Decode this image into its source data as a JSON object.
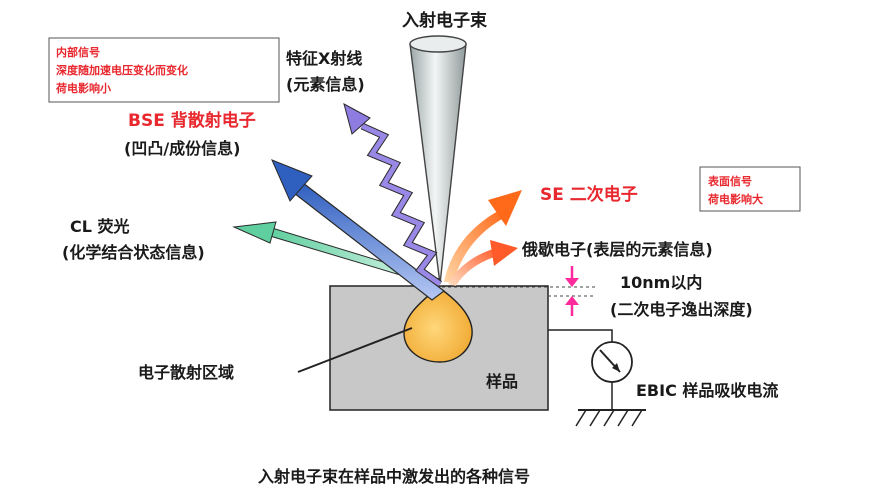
{
  "title_beam": "入射电子束",
  "caption": "入射电子束在样品中激发出的各种信号",
  "internal_note": {
    "line1": "内部信号",
    "line2": "深度随加速电压变化而变化",
    "line3": "荷电影响小"
  },
  "surface_note": {
    "line1": "表面信号",
    "line2": "荷电影响大"
  },
  "labels": {
    "xray_line1": "特征X射线",
    "xray_line2": "(元素信息)",
    "bse_line1": "BSE 背散射电子",
    "bse_line2": "(凹凸/成份信息)",
    "cl_line1": "CL 荧光",
    "cl_line2": "(化学结合状态信息)",
    "se": "SE 二次电子",
    "auger": "俄歇电子(表层的元素信息)",
    "depth_line1": "10nm以内",
    "depth_line2": "(二次电子逸出深度)",
    "scatter_region": "电子散射区域",
    "sample": "样品",
    "ebic": "EBIC 样品吸收电流"
  },
  "colors": {
    "red_text": "#e8282e",
    "sample_fill": "#c8c8c8",
    "interaction_volume": "#f2b84b",
    "bse_arrow": "#3a6fc9",
    "xray": "#8e7ce0",
    "cl_arrow": "#6fd4a8",
    "se_arrow": "#ff7a2e",
    "depth_marker": "#ff2a9b"
  }
}
